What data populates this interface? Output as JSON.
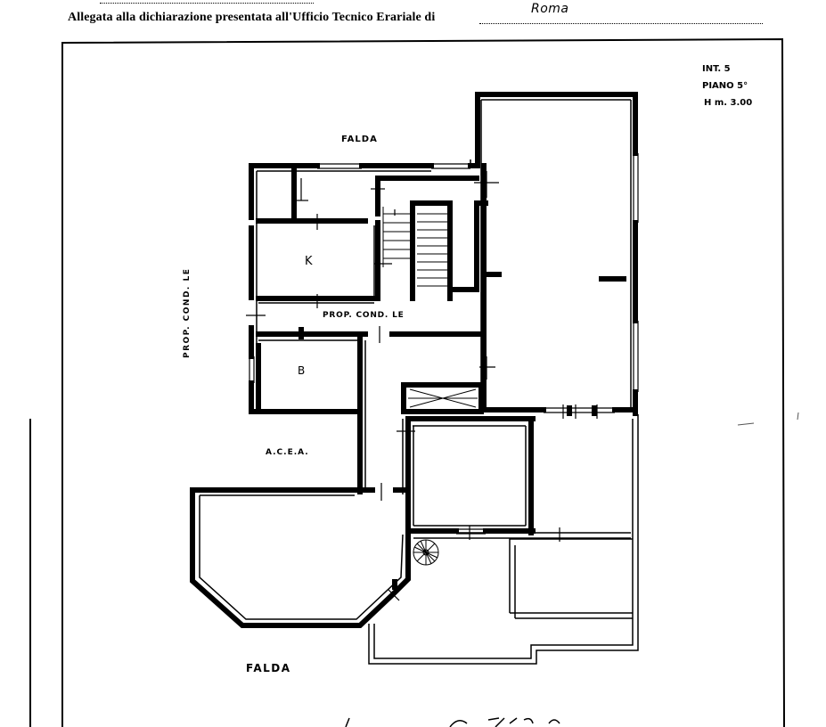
{
  "header": {
    "caption": "Allegata alla dichiarazione presentata all'Ufficio Tecnico Erariale di",
    "city": "Roma"
  },
  "plan": {
    "info_lines": [
      "INT. 5",
      "PIANO 5°",
      "H m. 3.00"
    ],
    "label_falda_top": "FALDA",
    "label_falda_bottom": "FALDA",
    "label_prop_cond_vertical": "PROP. COND. LE",
    "label_prop_cond_corridor": "PROP. COND. LE",
    "label_k": "K",
    "label_b": "B",
    "label_acea": "A.C.E.A."
  }
}
